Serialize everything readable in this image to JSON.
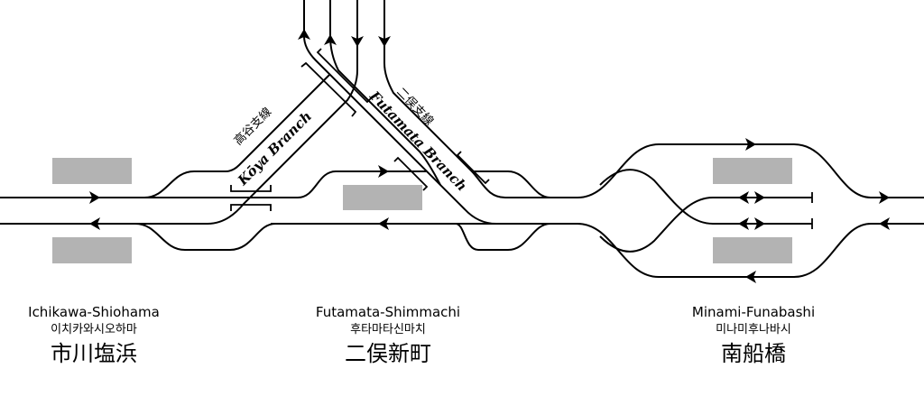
{
  "stations": [
    {
      "en": "Ichikawa-Shiohama",
      "ko": "이치카와시오하마",
      "ja": "市川塩浜"
    },
    {
      "en": "Futamata-Shimmachi",
      "ko": "후타마타신마치",
      "ja": "二俣新町"
    },
    {
      "en": "Minami-Funabashi",
      "ko": "미나미후나바시",
      "ja": "南船橋"
    }
  ],
  "branches": {
    "koya_en": "Kōya Branch",
    "koya_ja": "高谷支線",
    "futamata_en": "Futamata Branch",
    "futamata_ja": "二俣支線"
  },
  "colors": {
    "track": "#000000",
    "platform": "#b3b3b3",
    "background": "#ffffff"
  }
}
